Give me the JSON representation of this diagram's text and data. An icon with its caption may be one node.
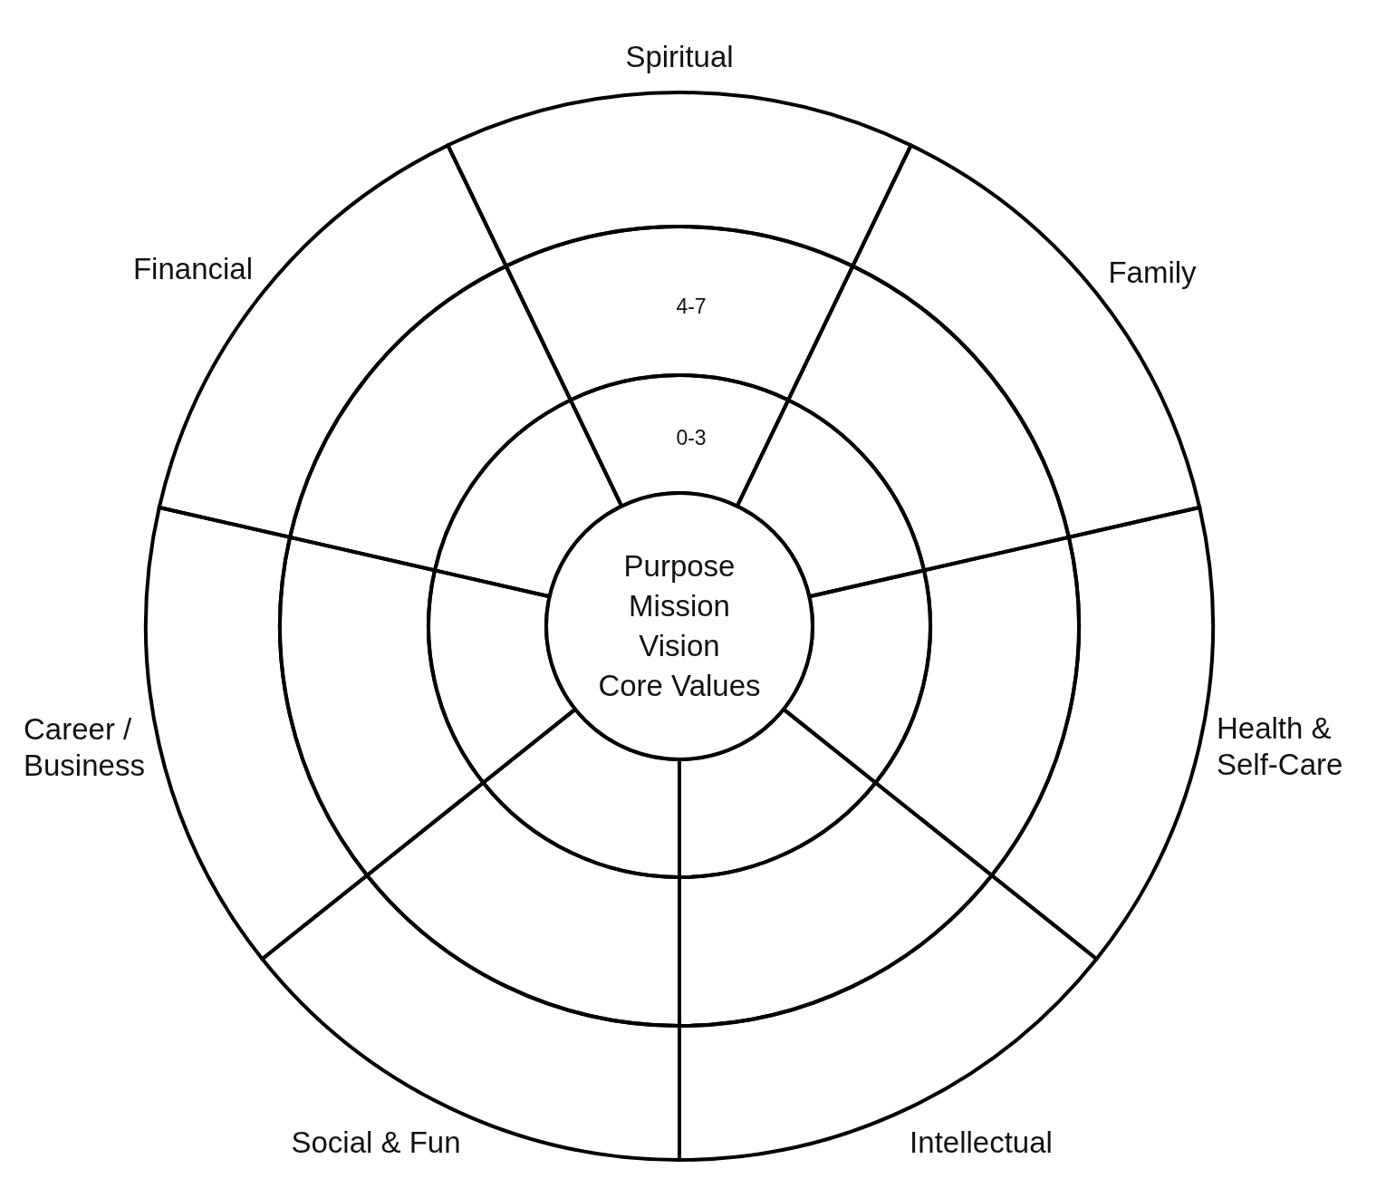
{
  "diagram": {
    "nodes": [
      {
        "text": [
          "Purpose",
          "Mission",
          "Vision",
          "Core Values"
        ]
      }
    ],
    "labels": [
      "Spiritual",
      "Financial",
      "Family",
      "4-7",
      "0-3",
      "Career / Business",
      "Health & Self-Care",
      "Social & Fun",
      "Intellectual"
    ]
  }
}
